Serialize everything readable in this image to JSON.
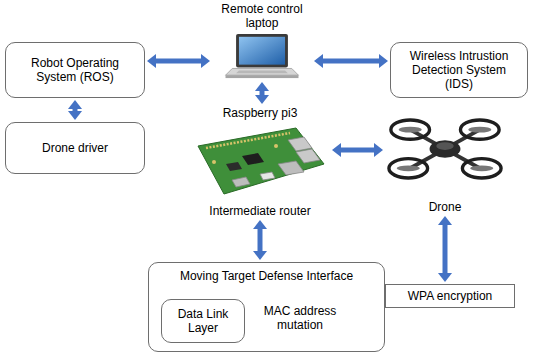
{
  "diagram": {
    "nodes": [
      {
        "text": [
          "Remote control laptop"
        ]
      },
      {
        "text": [
          "Robot Operating System (ROS)"
        ]
      },
      {
        "text": [
          "Wireless Intrustion Detection System (IDS)"
        ]
      },
      {
        "text": [
          "Drone driver"
        ]
      },
      {
        "text": [
          "Raspberry pi3",
          "Intermediate router"
        ]
      },
      {
        "text": [
          "Drone"
        ]
      },
      {
        "text": [
          "Moving Target Defense Interface"
        ]
      },
      {
        "text": [
          "Data Link Layer"
        ],
        "in": 6
      },
      {
        "text": [
          "WPA encryption"
        ]
      }
    ],
    "edges": [
      {
        "from": 1,
        "to": 0,
        "arrow": "both"
      },
      {
        "from": 0,
        "to": 2,
        "arrow": "both"
      },
      {
        "from": 1,
        "to": 3,
        "arrow": "both"
      },
      {
        "from": 0,
        "to": 4,
        "arrow": "both"
      },
      {
        "from": 4,
        "to": 5,
        "arrow": "both"
      },
      {
        "from": 4,
        "to": 6,
        "arrow": "both"
      },
      {
        "from": 5,
        "to": 8,
        "arrow": "both"
      }
    ],
    "labels": [
      "MAC address mutation"
    ]
  }
}
